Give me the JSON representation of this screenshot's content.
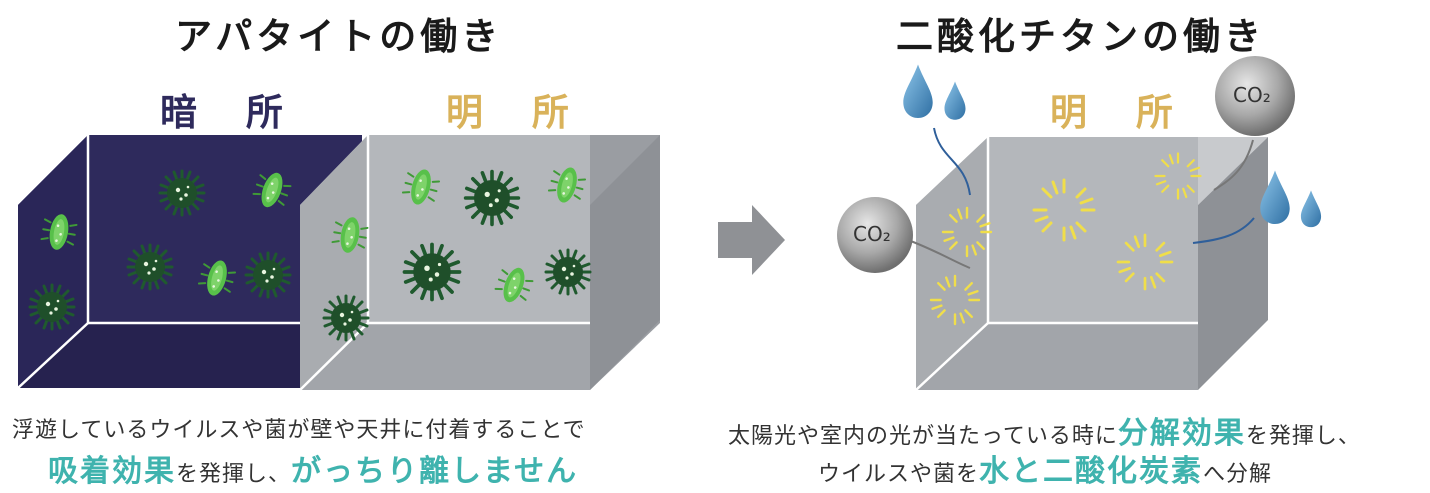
{
  "left": {
    "title": "アパタイトの働き",
    "dark_label": "暗 所",
    "light_label": "明 所",
    "caption_line1": "浮遊しているウイルスや菌が壁や天井に付着することで",
    "caption_hl1": "吸着効果",
    "caption_mid": "を発揮し、",
    "caption_hl2": "がっちり離しません"
  },
  "right": {
    "title": "二酸化チタンの働き",
    "light_label": "明 所",
    "co2_a": "CO₂",
    "co2_b": "CO₂",
    "caption_pre": "太陽光や室内の光が当たっている時に",
    "caption_hl1": "分解効果",
    "caption_post": "を発揮し、",
    "caption2_pre": "ウイルスや菌を",
    "caption2_hl": "水と二酸化炭素",
    "caption2_post": "へ分解"
  },
  "colors": {
    "dark_room": "#2e2a5c",
    "light_room": "#b4b7bb",
    "dark_label": "#2e2a5c",
    "light_label": "#d9b25a",
    "highlight": "#3fb3ae",
    "virus_dark": "#1f5a2e",
    "bacteria": "#58c04a",
    "sparkle": "#f0de4a",
    "water": "#3d8cc4"
  }
}
